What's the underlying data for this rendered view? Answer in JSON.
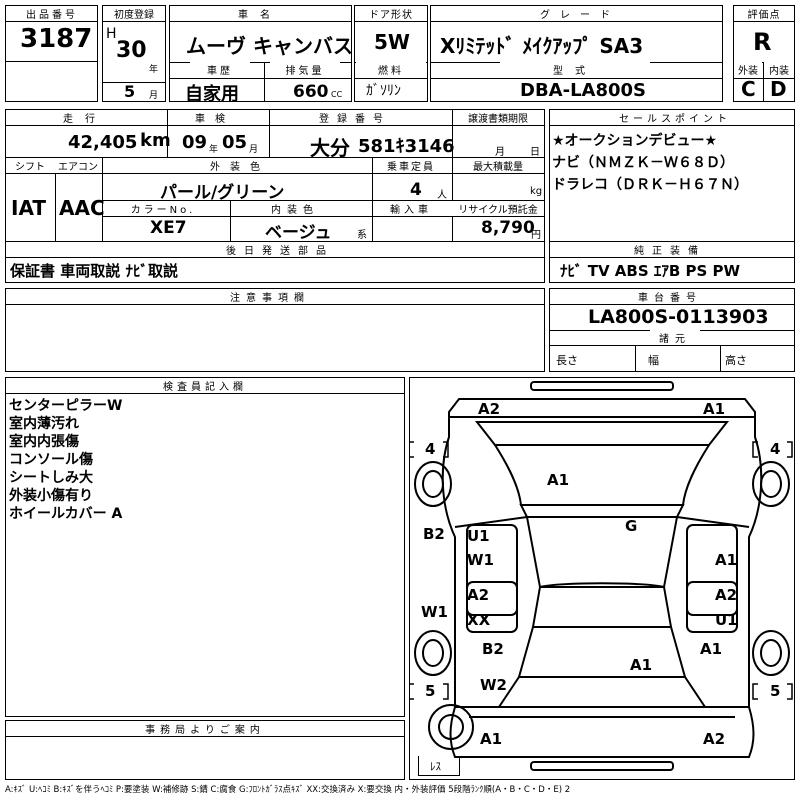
{
  "header": {
    "lot_no_label": "出品番号",
    "lot_no": "3187",
    "first_reg_label": "初度登録",
    "era": "H",
    "first_reg_year": "30",
    "year_unit": "年",
    "first_reg_month": "5",
    "month_unit": "月",
    "car_name_label": "車名",
    "car_name": "ムーヴ キャンバス",
    "history_label": "車歴",
    "history": "自家用",
    "displacement_label": "排気量",
    "displacement": "660",
    "cc_unit": "CC",
    "door_label": "ドア形状",
    "door": "5W",
    "fuel_label": "燃料",
    "fuel": "ｶﾞｿﾘﾝ",
    "grade_label": "グレード",
    "grade": "Xﾘﾐﾃｯﾄﾞ ﾒｲｸｱｯﾌﾟ  SA3",
    "model_label": "型式",
    "model": "DBA-LA800S",
    "score_label": "評価点",
    "score": "R",
    "exterior_label": "外装",
    "exterior": "C",
    "interior_label": "内装",
    "interior": "D"
  },
  "row2": {
    "mileage_label": "走行",
    "mileage": "42,405",
    "km_unit": "km",
    "inspection_label": "車検",
    "insp_year": "09",
    "insp_month": "05",
    "year_unit": "年",
    "month_unit": "月",
    "reg_label": "登録番号",
    "reg_area": "大分",
    "reg_no": "581ｷ3146",
    "deadline_label": "譲渡書類期限",
    "deadline_month": "月",
    "deadline_day": "日"
  },
  "row3": {
    "shift_label": "シフト",
    "shift": "IAT",
    "ac_label": "エアコン",
    "ac": "AAC",
    "color_label": "外装色",
    "color": "パール/グリーン",
    "capacity_label": "乗車定員",
    "capacity": "4",
    "person_unit": "人",
    "load_label": "最大積載量",
    "load_unit": "kg",
    "color_no_label": "カラーNo.",
    "color_no": "XE7",
    "interior_color_label": "内装色",
    "interior_color": "ベージュ",
    "kei_unit": "系",
    "import_label": "輸入車",
    "recycle_label": "リサイクル預託金",
    "recycle": "8,790",
    "yen_unit": "円"
  },
  "sales": {
    "label": "セールスポイント",
    "lines": [
      "★オークションデビュー★",
      "ナビ（ＮＭＺＫ－Ｗ６８Ｄ）",
      "ドラレコ（ＤＲＫ－Ｈ６７Ｎ）"
    ]
  },
  "later": {
    "label": "後日発送部品",
    "value": "保証書 車両取説 ﾅﾋﾞ取説"
  },
  "genuine": {
    "label": "純正装備",
    "value": "ﾅﾋﾞ  TV  ABS ｴｱB PS PW"
  },
  "notes": {
    "label": "注意事項欄"
  },
  "chassis": {
    "label": "車台番号",
    "value": "LA800S-0113903",
    "specs_label": "諸元",
    "length": "長さ",
    "width": "幅",
    "height": "高さ"
  },
  "inspector": {
    "label": "検査員記入欄",
    "lines": [
      "センターピラーW",
      "室内薄汚れ",
      "室内内張傷",
      "コンソール傷",
      "シートしみ大",
      "外装小傷有り",
      "ホイールカバー A"
    ]
  },
  "office": {
    "label": "事務局よりご案内"
  },
  "diagram": {
    "marks": [
      "A2",
      "A1",
      "A1",
      "G",
      "B2",
      "U1",
      "W1",
      "A1",
      "W1",
      "A2",
      "XX",
      "A2",
      "U1",
      "B2",
      "A1",
      "A1",
      "W2",
      "A1",
      "A2"
    ],
    "tire_front_left": "4",
    "tire_front_right": "4",
    "tire_rear_left": "5",
    "tire_rear_right": "5",
    "spare": "ﾚｽ"
  },
  "legend": "A:ｷｽﾞ U:ﾍｺﾐ B:ｷｽﾞを伴うﾍｺﾐ P:要塗装 W:補修跡 S:錆 C:腐食 G:ﾌﾛﾝﾄｶﾞﾗｽ点ｷｽﾞ XX:交換済み X:要交換 内・外装評価 5段階ﾗﾝｸ順(A・B・C・D・E) 2"
}
